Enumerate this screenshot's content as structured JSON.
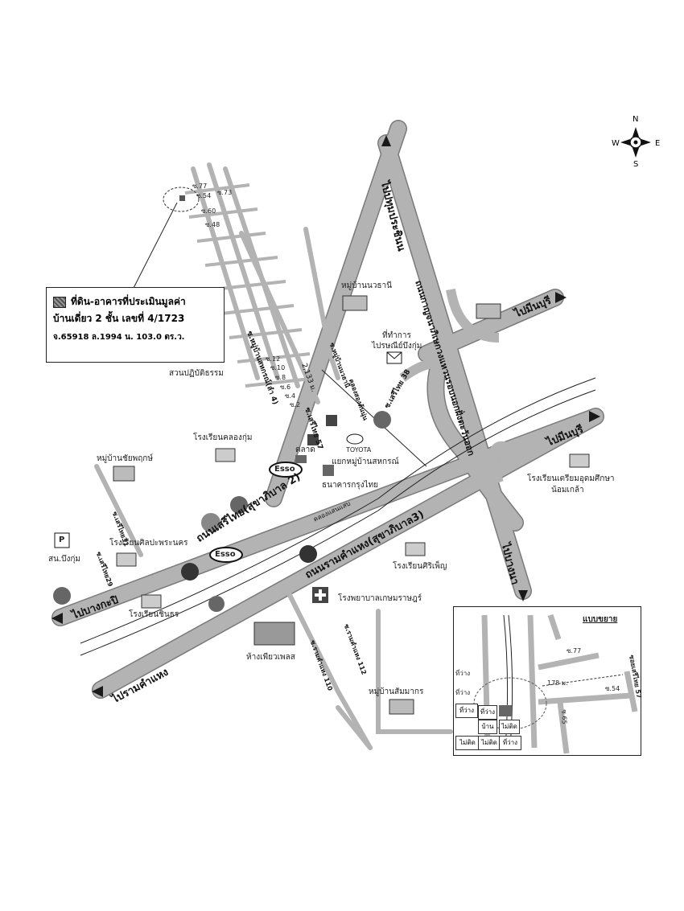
{
  "compass": {
    "n": "N",
    "s": "S",
    "e": "E",
    "w": "W"
  },
  "legend": {
    "line1": "ที่ดิน-อาคารที่ประเมินมูลค่า",
    "line2": "บ้านเดี่ยว 2 ชั้น เลขที่ 4/1723",
    "line3": "จ.65918  ล.1994  น. 103.0 ตร.ว."
  },
  "roads": {
    "pracharin": "ไปปทุมประชินน",
    "outer_ring": "ถนนกาญจนาภิเษกวงแหวนรอบนอกฝั่งตะวันออก",
    "min_buri_1": "ไปมีนบุรี",
    "min_buri_2": "ไปมีนบุรี",
    "bang_na": "ไปบางนา",
    "bang_kapi": "ไปบางกะปิ",
    "ramkhamhaeng_to": "ไปรามคำแหง",
    "seri_thai": "ถนนเสรีไทย(สุขาภิบาล 2)",
    "ramkhamhaeng": "ถนนรามคำแหง(สุขาภิบาล3)",
    "soi_seri_thai_57": "ซ.เสรีไทย 57",
    "soi_seri_thai_38": "ซ.เสรีไทย 38",
    "soi_seri_thai_31": "ซ.เสรีไทย31",
    "soi_seri_thai_29": "ซ.เสรีไทย29",
    "soi_ram_112": "ซ.รามคำแหง 112",
    "soi_ram_110": "ซ.รามคำแหง 110",
    "soi_mu_ban": "ซ.หมู่บ้านนวธานี",
    "khlong_song_ton_nun": "คลองสองต้นนุ่น",
    "khlong_saen_saep": "คลองแสนแสบ",
    "mu_ban_sahakorn": "ซ.หมู่บ้านสหกรณ์(ลำ 4)",
    "distance": "2,133 ม."
  },
  "places": {
    "nava_thani": "หมู่บ้านนวธานี",
    "post_office_1": "ที่ทำการ",
    "post_office_2": "ไปรษณีย์บึงกุ่ม",
    "suan_patibat": "สวนปฏิบัติธรรม",
    "school_khlong_kum": "โรงเรียนคลองกุ่ม",
    "chaiyaphruek": "หมู่บ้านชัยพฤกษ์",
    "market": "ตลาด",
    "toyota": "TOYOTA",
    "yaek_sahakorn": "แยกหมู่บ้านสหกรณ์",
    "krungthai": "ธนาคารกรุงไทย",
    "khlong_kum_police": "สน.บึงกุ่ม",
    "school_sin_prapanakorn": "โรงเรียนศิลปะพระนคร",
    "school_sinthorn": "โรงเรียนชินธร",
    "school_triam": "โรงเรียนเตรียมอุดมศึกษา",
    "noi_klao": "น้อมเกล้า",
    "school_siripen": "โรงเรียนศิริเพ็ญ",
    "kasemrad": "โรงพยาบาลเกษมราษฎร์",
    "fashion_island": "ห้างเพียวเพลส",
    "sammakorn": "หมู่บ้านสัมมากร",
    "esso": "Esso",
    "parking": "P"
  },
  "soi_numbers": [
    "ซ.77",
    "ซ.54",
    "ซ.73",
    "ซ.60",
    "ซ.48",
    "ซ.12",
    "ซ.10",
    "ซ.8",
    "ซ.6",
    "ซ.4",
    "ซ.2"
  ],
  "inset": {
    "title": "แบบขยาย",
    "soi77": "ซ.77",
    "soi54": "ซ.54",
    "soi65": "ซ.65",
    "seri57": "ซอยเสรีไทย 57",
    "dist": "178 ม.",
    "vacant1": "ที่ว่าง",
    "vacant2": "ที่ว่าง",
    "vacant3": "ที่ว่าง",
    "vacant4": "ที่ว่าง",
    "vacant5": "ที่ว่าง",
    "neighbor1": "ไม่ติด",
    "neighbor2": "ไม่ติด",
    "neighbor3": "ไม่ติด",
    "house": "บ้าน"
  },
  "colors": {
    "road": "#b3b3b3",
    "road_edge": "#7a7a7a",
    "ink": "#111111",
    "arrow": "#1a1a1a"
  }
}
